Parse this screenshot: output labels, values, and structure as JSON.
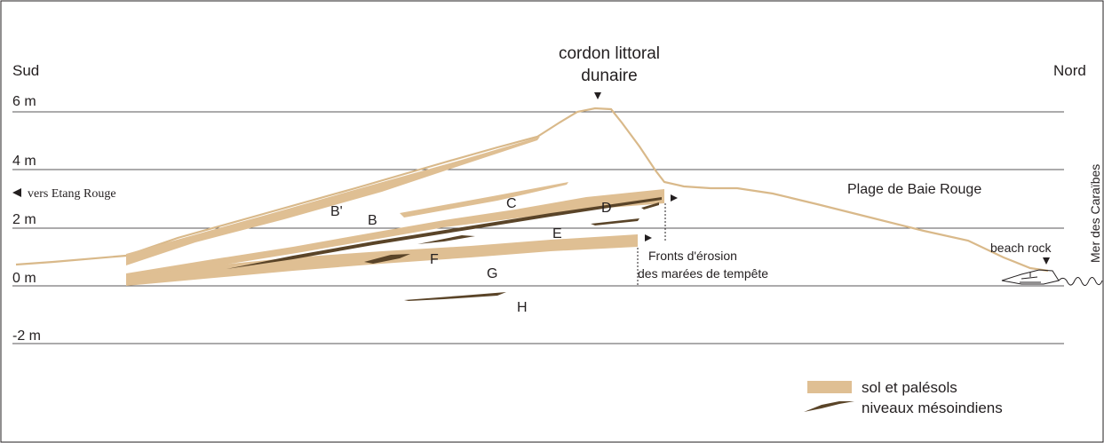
{
  "directions": {
    "south": "Sud",
    "north": "Nord"
  },
  "elevation_labels": [
    "6 m",
    "4 m",
    "2 m",
    "0 m",
    "-2 m"
  ],
  "feature_labels": {
    "dune": [
      "cordon littoral",
      "dunaire"
    ],
    "beach": "Plage de Baie Rouge",
    "sea": "Mer des Caraïbes",
    "beach_rock": "beach rock",
    "erosion": [
      "Fronts d'érosion",
      "des marées de tempête"
    ],
    "etang": "vers Etang Rouge"
  },
  "layers": [
    "B'",
    "B",
    "C",
    "D",
    "E",
    "F",
    "G",
    "H"
  ],
  "legend": {
    "soil": "sol et palésols",
    "meso": "niveaux mésoindiens"
  },
  "colors": {
    "soil": "#dfbf93",
    "meso": "#5a4428",
    "ink": "#231f20",
    "profile": "#d9b98a"
  }
}
